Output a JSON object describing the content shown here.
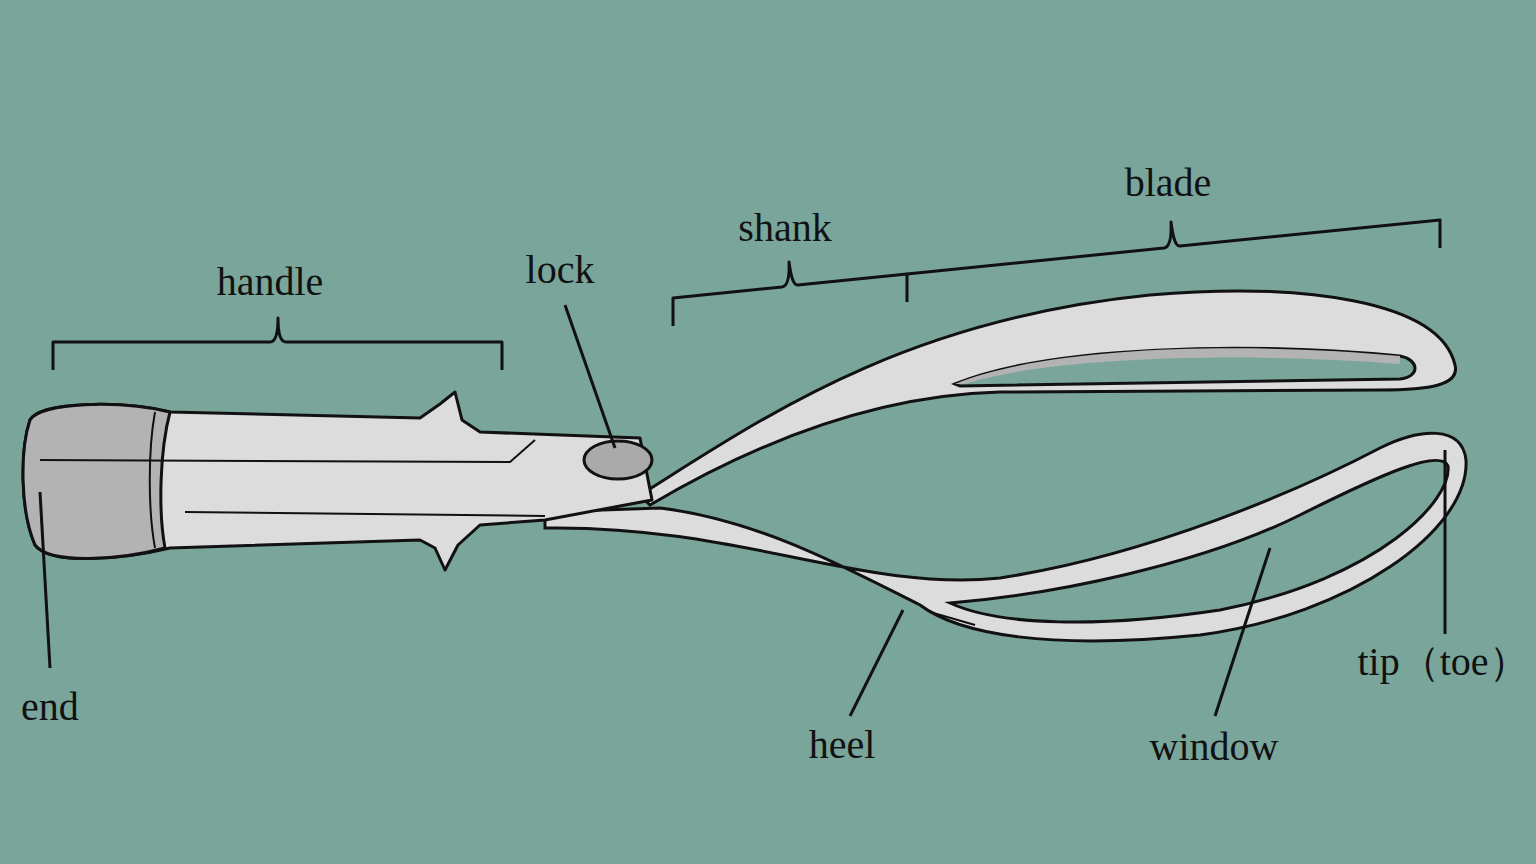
{
  "diagram": {
    "labels": [
      "handle",
      "lock",
      "shank",
      "blade",
      "end",
      "heel",
      "window",
      "tip（toe）"
    ]
  }
}
